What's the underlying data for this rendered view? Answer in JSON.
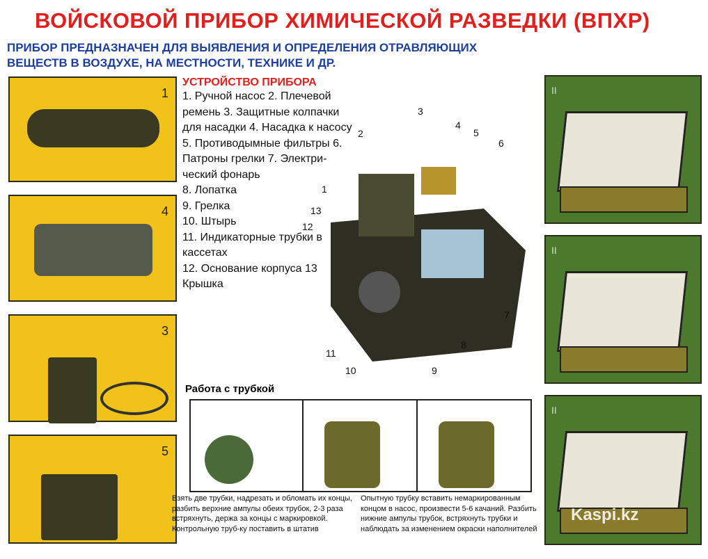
{
  "title": "ВОЙСКОВОЙ ПРИБОР ХИМИЧЕСКОЙ РАЗВЕДКИ (ВПХР)",
  "subtitle": "ПРИБОР ПРЕДНАЗНАЧЕН ДЛЯ ВЫЯВЛЕНИЯ И ОПРЕДЕЛЕНИЯ ОТРАВЛЯЮЩИХ ВЕЩЕСТВ В ВОЗДУХЕ, НА МЕСТНОСТИ, ТЕХНИКЕ И ДР.",
  "left_panels": [
    "1",
    "4",
    "3",
    "5"
  ],
  "right_panels": [
    "II",
    "II",
    "II"
  ],
  "device": {
    "heading": "УСТРОЙСТВО ПРИБОРА",
    "text": "1. Ручной насос 2. Плечевой ремень 3. Защитные колпачки для насадки 4. Насадка к насосу 5. Противодымные фильтры 6. Патроны грелки 7. Электри-ческий фонарь\n8. Лопатка\n9. Грелка\n10. Штырь\n11. Индикаторные трубки в кассетах\n12. Основание корпуса 13 Крышка",
    "callouts": [
      "1",
      "2",
      "3",
      "4",
      "5",
      "6",
      "7",
      "8",
      "9",
      "10",
      "11",
      "12",
      "13"
    ]
  },
  "work": {
    "title": "Работа с трубкой",
    "caption1": "Взять две трубки, надрезать и обломать их концы, разбить верхние ампулы обеих трубок, 2-3 раза встряхнуть, держа за концы с маркировкой. Контрольную труб-ку поставить в штатив",
    "caption2": "Опытную трубку вставить немаркированным концом в насос, произвести 5-6 качаний. Разбить нижние ампулы трубок, встряхнуть трубки и наблюдать за изменением окраски наполнителей"
  },
  "watermark": "Kaspi.kz"
}
